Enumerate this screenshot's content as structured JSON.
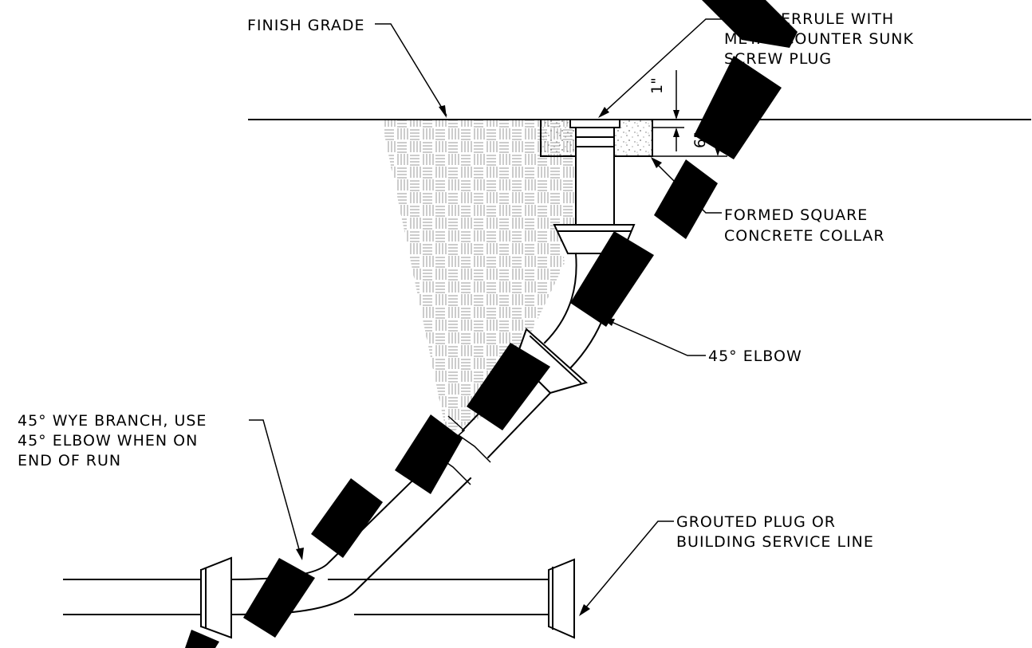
{
  "labels": {
    "finish_grade": "FINISH GRADE",
    "iron_ferrule": [
      "IRON FERRULE WITH",
      "METAL COUNTER SUNK",
      "SCREW PLUG"
    ],
    "concrete_collar": [
      "FORMED SQUARE",
      "CONCRETE COLLAR"
    ],
    "elbow": "45° ELBOW",
    "wye_branch": [
      "45° WYE BRANCH, USE",
      "45° ELBOW WHEN ON",
      "END OF RUN"
    ],
    "grouted_plug": [
      "GROUTED PLUG OR",
      "BUILDING SERVICE LINE"
    ]
  },
  "dimensions": {
    "top_dim": "1\"",
    "collar_dim": "6\""
  },
  "colors": {
    "line": "#000000",
    "background": "#ffffff",
    "hatch": "#b0b0b0",
    "watermark": "#000000"
  }
}
